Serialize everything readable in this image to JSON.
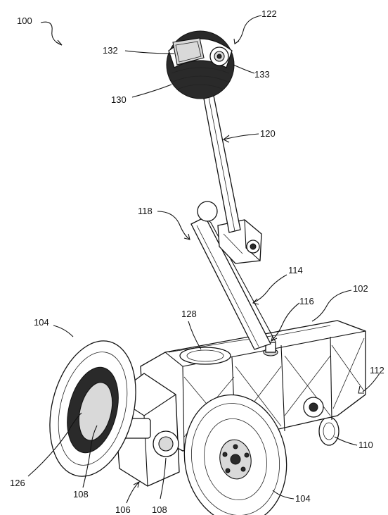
{
  "figure": {
    "labels": [
      {
        "id": "100",
        "text": "100"
      },
      {
        "id": "122",
        "text": "122"
      },
      {
        "id": "132",
        "text": "132"
      },
      {
        "id": "133",
        "text": "133"
      },
      {
        "id": "130",
        "text": "130"
      },
      {
        "id": "120",
        "text": "120"
      },
      {
        "id": "118",
        "text": "118"
      },
      {
        "id": "114",
        "text": "114"
      },
      {
        "id": "102",
        "text": "102"
      },
      {
        "id": "116",
        "text": "116"
      },
      {
        "id": "128",
        "text": "128"
      },
      {
        "id": "104a",
        "text": "104"
      },
      {
        "id": "112",
        "text": "112"
      },
      {
        "id": "110",
        "text": "110"
      },
      {
        "id": "126",
        "text": "126"
      },
      {
        "id": "108a",
        "text": "108"
      },
      {
        "id": "106",
        "text": "106"
      },
      {
        "id": "108b",
        "text": "108"
      },
      {
        "id": "104b",
        "text": "104"
      }
    ]
  }
}
